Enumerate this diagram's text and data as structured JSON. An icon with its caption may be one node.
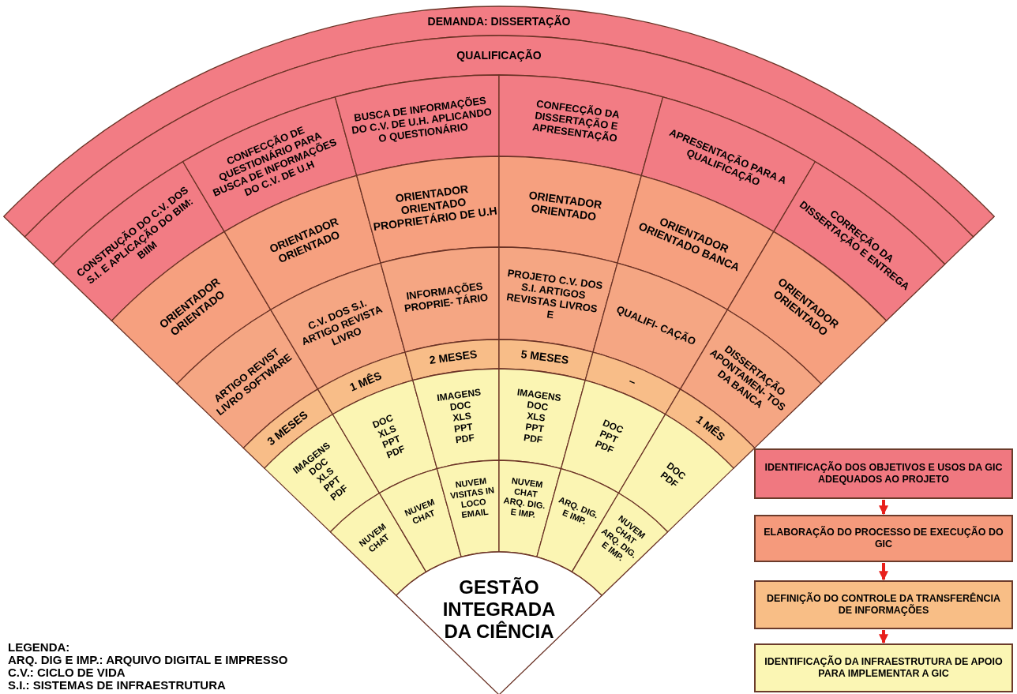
{
  "diagram": {
    "nodes": [
      {
        "text": [
          "DEMANDA: DISSERTAÇÃO"
        ]
      },
      {
        "text": [
          "QUALIFICAÇÃO"
        ]
      },
      {
        "text": [
          "CONSTRUÇÃO DO C.V. DOS S.I. E APLICAÇÃO DO BIM: BIIM"
        ]
      },
      {
        "text": [
          "CONFECÇÃO DE QUESTIONÁRIO PARA BUSCA DE INFORMAÇÕES DO C.V. DE U.H"
        ]
      },
      {
        "text": [
          "BUSCA DE INFORMAÇÕES DO C.V. DE U.H. APLICANDO O QUESTIONÁRIO"
        ]
      },
      {
        "text": [
          "CONFECÇÃO DA DISSERTAÇÃO E APRESENTAÇÃO"
        ]
      },
      {
        "text": [
          "APRESENTAÇÃO PARA A QUALIFICAÇÃO"
        ]
      },
      {
        "text": [
          "CORREÇÃO DA DISSERTAÇÃO E ENTREGA"
        ]
      },
      {
        "text": [
          "ORIENTADOR ORIENTADO"
        ]
      },
      {
        "text": [
          "ORIENTADOR ORIENTADO"
        ]
      },
      {
        "text": [
          "ORIENTADOR ORIENTADO PROPRIETÁRIO DE U.H"
        ]
      },
      {
        "text": [
          "ORIENTADOR ORIENTADO"
        ]
      },
      {
        "text": [
          "ORIENTADOR ORIENTADO BANCA"
        ]
      },
      {
        "text": [
          "ORIENTADOR ORIENTADO"
        ]
      },
      {
        "text": [
          "ARTIGO REVIST LIVRO SOFTWARE"
        ]
      },
      {
        "text": [
          "C.V. DOS S.I. ARTIGO REVISTA LIVRO"
        ]
      },
      {
        "text": [
          "INFORMAÇÕES PROPRIE- TÁRIO"
        ]
      },
      {
        "text": [
          "PROJETO C.V. DOS S.I. ARTIGOS REVISTAS LIVROS E"
        ]
      },
      {
        "text": [
          "QUALIFI- CAÇÃO"
        ]
      },
      {
        "text": [
          "DISSERTAÇÃO APONTAMEN- TOS DA BANCA"
        ]
      },
      {
        "text": [
          "3 MESES"
        ]
      },
      {
        "text": [
          "1 MÊS"
        ]
      },
      {
        "text": [
          "2 MESES"
        ]
      },
      {
        "text": [
          "5 MESES"
        ]
      },
      {
        "text": [
          "–"
        ]
      },
      {
        "text": [
          "1 MÊS"
        ]
      },
      {
        "text": [
          "IMAGENS DOC XLS PPT PDF"
        ]
      },
      {
        "text": [
          "DOC XLS PPT PDF"
        ]
      },
      {
        "text": [
          "IMAGENS DOC XLS PPT PDF"
        ]
      },
      {
        "text": [
          "IMAGENS DOC XLS PPT PDF"
        ]
      },
      {
        "text": [
          "DOC PPT PDF"
        ]
      },
      {
        "text": [
          "DOC PDF"
        ]
      },
      {
        "text": [
          "NUVEM CHAT"
        ]
      },
      {
        "text": [
          "NUVEM CHAT"
        ]
      },
      {
        "text": [
          "NUVEM VISITAS IN LOCO EMAIL"
        ]
      },
      {
        "text": [
          "NUVEM CHAT ARQ. DIG. E IMP."
        ]
      },
      {
        "text": [
          "ARQ. DIG. E IMP."
        ]
      },
      {
        "text": [
          "NUVEM CHAT ARQ. DIG. E IMP."
        ]
      },
      {
        "text": [
          "GESTÃO INTEGRADA DA CIÊNCIA"
        ]
      },
      {
        "text": [
          "IDENTIFICAÇÃO DOS OBJETIVOS E USOS DA GIC ADEQUADOS AO PROJETO"
        ]
      },
      {
        "text": [
          "ELABORAÇÃO DO PROCESSO DE EXECUÇÃO DO GIC"
        ]
      },
      {
        "text": [
          "DEFINIÇÃO DO CONTROLE DA TRANSFERÊNCIA DE INFORMAÇÕES"
        ]
      },
      {
        "text": [
          "IDENTIFICAÇÃO DA INFRAESTRUTURA DE APOIO PARA IMPLEMENTAR A GIC"
        ]
      }
    ],
    "edges": [
      {
        "from": 39,
        "to": 40,
        "arrow": "to"
      },
      {
        "from": 40,
        "to": 41,
        "arrow": "to"
      },
      {
        "from": 41,
        "to": 42,
        "arrow": "to"
      }
    ],
    "labels": [
      "LEGENDA:",
      "ARQ. DIG E IMP.: ARQUIVO DIGITAL E IMPRESSO",
      "C.V.: CICLO DE VIDA",
      "S.I.: SISTEMAS DE INFRAESTRUTURA"
    ]
  }
}
